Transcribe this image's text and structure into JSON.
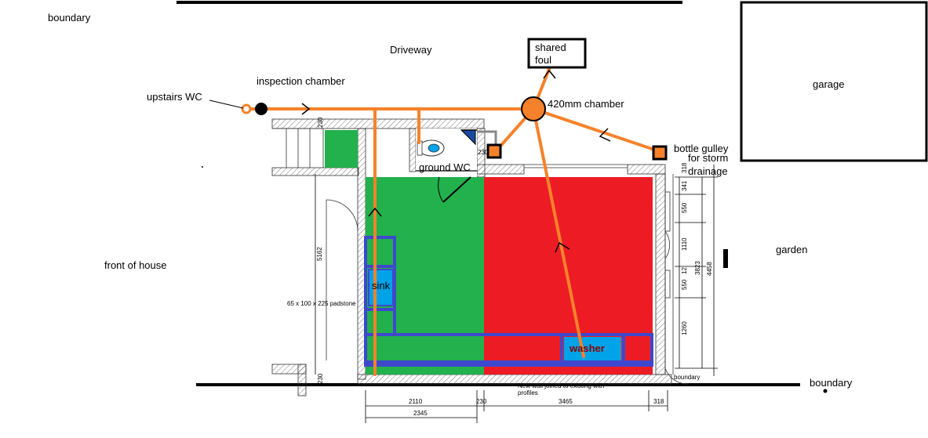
{
  "labels": {
    "boundary_top": "boundary",
    "boundary_bottom": "boundary",
    "driveway": "Driveway",
    "garage": "garage",
    "upstairs_wc": "upstairs WC",
    "inspection_chamber": "inspection chamber",
    "shared_foul_1": "shared",
    "shared_foul_2": "foul",
    "chamber_420": "420mm chamber",
    "bottle_gulley_1": "bottle gulley",
    "bottle_gulley_2": "for storm",
    "bottle_gulley_3": "drainage",
    "ground_wc": "ground WC",
    "front_of_house": "front of house",
    "garden": "garden",
    "sink": "sink",
    "washer": "washer",
    "padstone": "65 x 100 x 225 padstone",
    "boundary_small": "boundary",
    "wall_note_1": "New wall joined to existing with",
    "wall_note_2": "profiles"
  },
  "dimensions": {
    "d230_top": "230",
    "d230_mid": "230",
    "d230_bottom_v": "230",
    "d5162": "5162",
    "d2110": "2110",
    "d2345": "2345",
    "d230_bottom": "230",
    "d3465": "3465",
    "d318_bottom": "318",
    "d318_right": "318",
    "d341": "341",
    "d550_a": "550",
    "d1110": "1110",
    "d12": "12",
    "d550_b": "550",
    "d1260": "1260",
    "d3823": "3823",
    "d4458": "4458"
  },
  "colors": {
    "pipe": "#f5822a",
    "green_zone": "#22b14c",
    "red_zone": "#ed1c24",
    "unit_outline": "#3f48cc",
    "appliance": "#00a2e8",
    "wall_line": "#000000"
  }
}
